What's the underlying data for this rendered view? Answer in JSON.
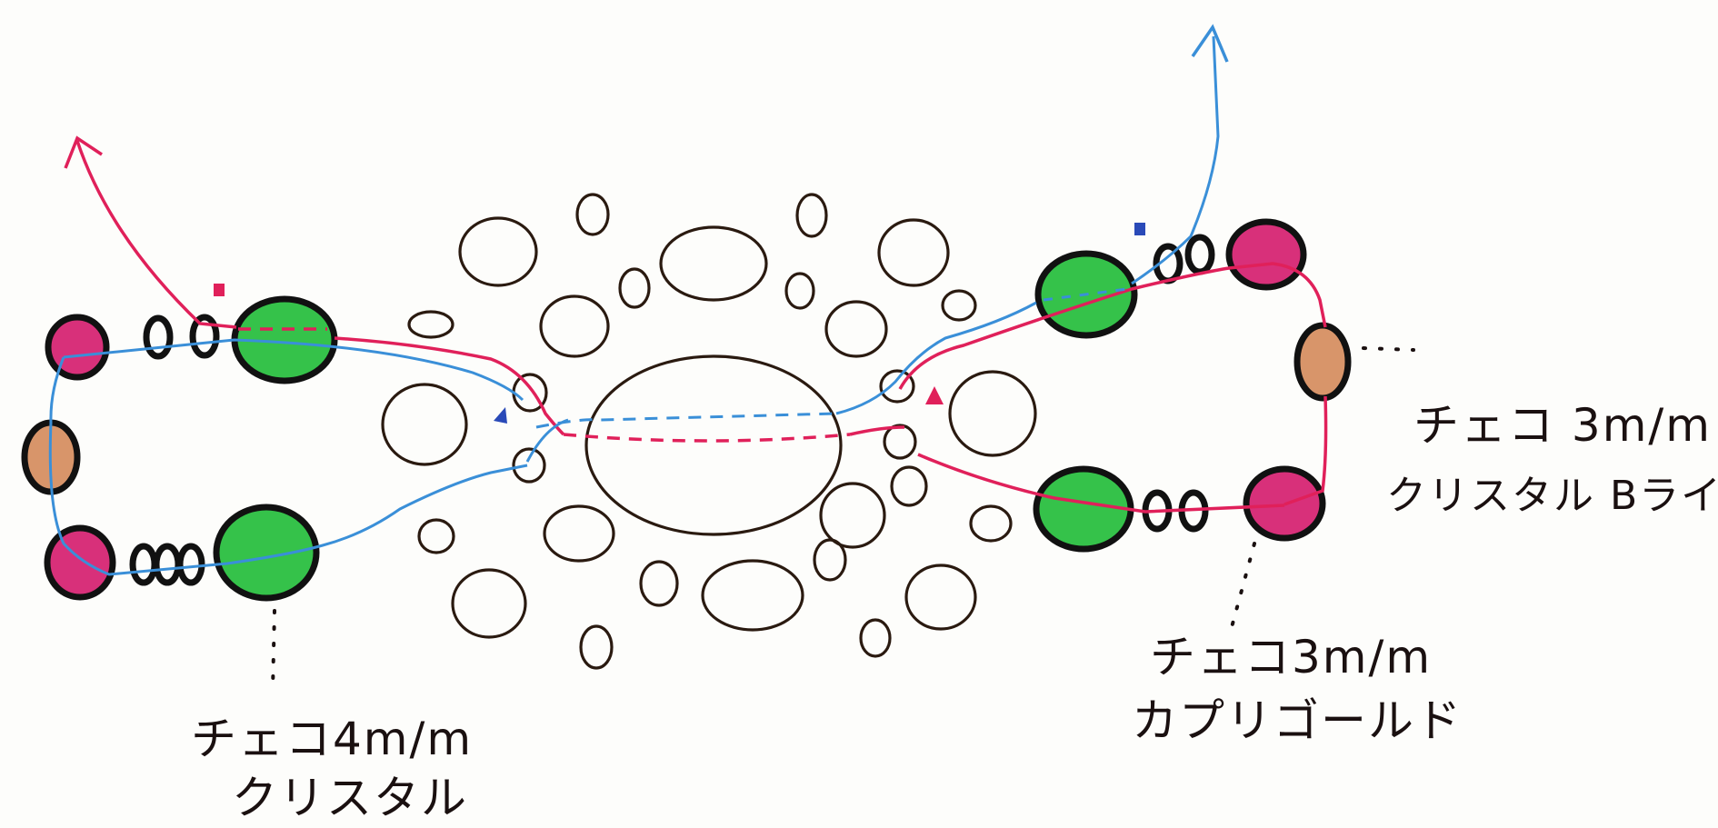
{
  "colors": {
    "red_string": "#e0205a",
    "blue_string": "#3a8fd8",
    "green_bead": "#35c24a",
    "pink_bead": "#d8307a",
    "orange_bead": "#d8956a",
    "outline": "#2a1a10"
  },
  "labels": {
    "left_bottom": {
      "line1": "チェコ4m/m",
      "line2": "クリスタル"
    },
    "right_middle": {
      "line1": "チェコ 3m/m",
      "line2": "クリスタル Bライン"
    },
    "right_bottom": {
      "line1": "チェコ3m/m",
      "line2": "カプリゴールド"
    }
  }
}
